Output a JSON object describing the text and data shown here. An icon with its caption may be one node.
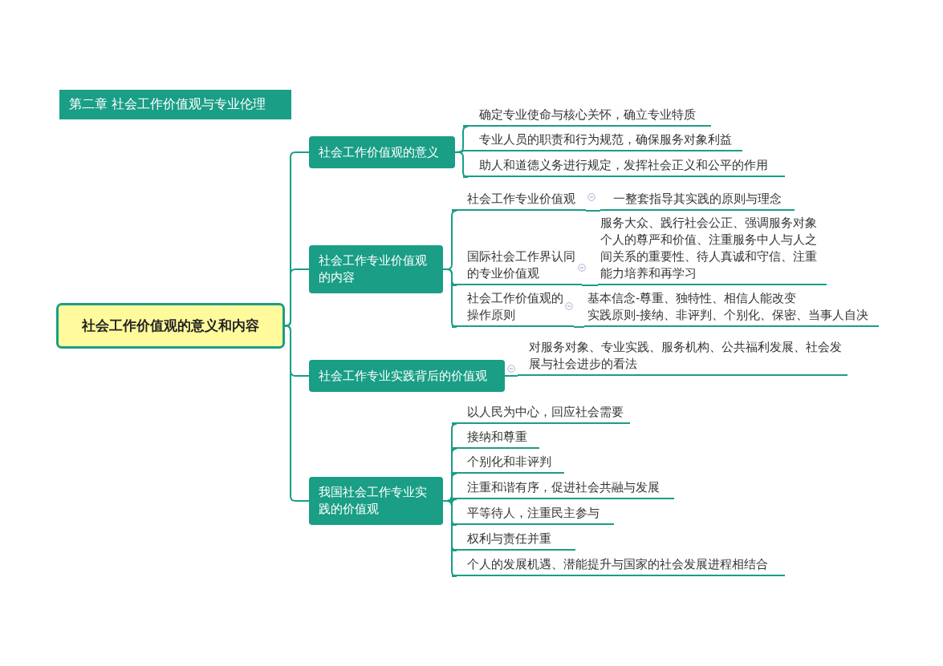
{
  "diagram": {
    "nodes": [
      {
        "text": [
          "第二章 社会工作价值观与专业伦理"
        ]
      },
      {
        "text": [
          "社会工作价值观的意义和内容"
        ]
      },
      {
        "text": [
          "社会工作价值观的意义"
        ]
      },
      {
        "text": [
          "确定专业使命与核心关怀，确立专业特质"
        ]
      },
      {
        "text": [
          "专业人员的职责和行为规范，确保服务对象利益"
        ]
      },
      {
        "text": [
          "助人和道德义务进行规定，发挥社会正义和公平的作用"
        ]
      },
      {
        "text": [
          "社会工作专业价值观的内容"
        ]
      },
      {
        "text": [
          "社会工作专业价值观"
        ]
      },
      {
        "text": [
          "一整套指导其实践的原则与理念"
        ]
      },
      {
        "text": [
          "国际社会工作界认同的专业价值观"
        ]
      },
      {
        "text": [
          "服务大众、践行社会公正、强调服务对象个人的尊严和价值、注重服务中人与人之间关系的重要性、待人真诚和守信、注重能力培养和再学习"
        ]
      },
      {
        "text": [
          "社会工作价值观的操作原则"
        ]
      },
      {
        "text": [
          "基本信念-尊重、独特性、相信人能改变",
          "实践原则-接纳、非评判、个别化、保密、当事人自决"
        ]
      },
      {
        "text": [
          "社会工作专业实践背后的价值观"
        ]
      },
      {
        "text": [
          "对服务对象、专业实践、服务机构、公共福利发展、社会发展与社会进步的看法"
        ]
      },
      {
        "text": [
          "我国社会工作专业实践的价值观"
        ]
      },
      {
        "text": [
          "以人民为中心，回应社会需要"
        ]
      },
      {
        "text": [
          "接纳和尊重"
        ]
      },
      {
        "text": [
          "个别化和非评判"
        ]
      },
      {
        "text": [
          "注重和谐有序，促进社会共融与发展"
        ]
      },
      {
        "text": [
          "平等待人，注重民主参与"
        ]
      },
      {
        "text": [
          "权利与责任并重"
        ]
      },
      {
        "text": [
          "个人的发展机遇、潜能提升与国家的社会发展进程相结合"
        ]
      }
    ],
    "edges": [
      {
        "from": 1,
        "to": 2,
        "arrow": "none"
      },
      {
        "from": 1,
        "to": 6,
        "arrow": "none"
      },
      {
        "from": 1,
        "to": 13,
        "arrow": "none"
      },
      {
        "from": 1,
        "to": 15,
        "arrow": "none"
      },
      {
        "from": 2,
        "to": 3,
        "arrow": "none"
      },
      {
        "from": 2,
        "to": 4,
        "arrow": "none"
      },
      {
        "from": 2,
        "to": 5,
        "arrow": "none"
      },
      {
        "from": 6,
        "to": 7,
        "arrow": "none"
      },
      {
        "from": 6,
        "to": 9,
        "arrow": "none"
      },
      {
        "from": 6,
        "to": 11,
        "arrow": "none"
      },
      {
        "from": 7,
        "to": 8,
        "arrow": "none"
      },
      {
        "from": 9,
        "to": 10,
        "arrow": "none"
      },
      {
        "from": 11,
        "to": 12,
        "arrow": "none"
      },
      {
        "from": 13,
        "to": 14,
        "arrow": "none"
      },
      {
        "from": 15,
        "to": 16,
        "arrow": "none"
      },
      {
        "from": 15,
        "to": 17,
        "arrow": "none"
      },
      {
        "from": 15,
        "to": 18,
        "arrow": "none"
      },
      {
        "from": 15,
        "to": 19,
        "arrow": "none"
      },
      {
        "from": 15,
        "to": 20,
        "arrow": "none"
      },
      {
        "from": 15,
        "to": 21,
        "arrow": "none"
      },
      {
        "from": 15,
        "to": 22,
        "arrow": "none"
      }
    ]
  }
}
